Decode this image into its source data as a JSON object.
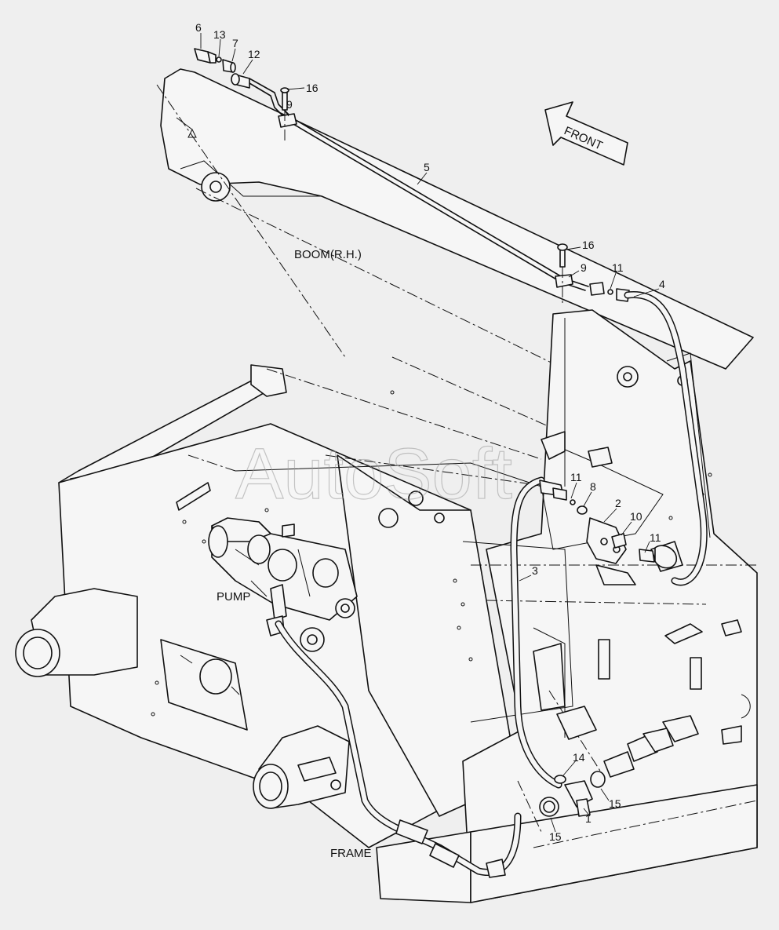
{
  "labels": {
    "front": "FRONT",
    "boom": "BOOM(R.H.)",
    "pump": "PUMP",
    "frame": "FRAME",
    "watermark": "AutoSoft"
  },
  "callouts": [
    "6",
    "13",
    "7",
    "12",
    "16",
    "9",
    "5",
    "16",
    "9",
    "11",
    "4",
    "11",
    "8",
    "2",
    "10",
    "11",
    "3",
    "14",
    "15",
    "15",
    "1"
  ]
}
